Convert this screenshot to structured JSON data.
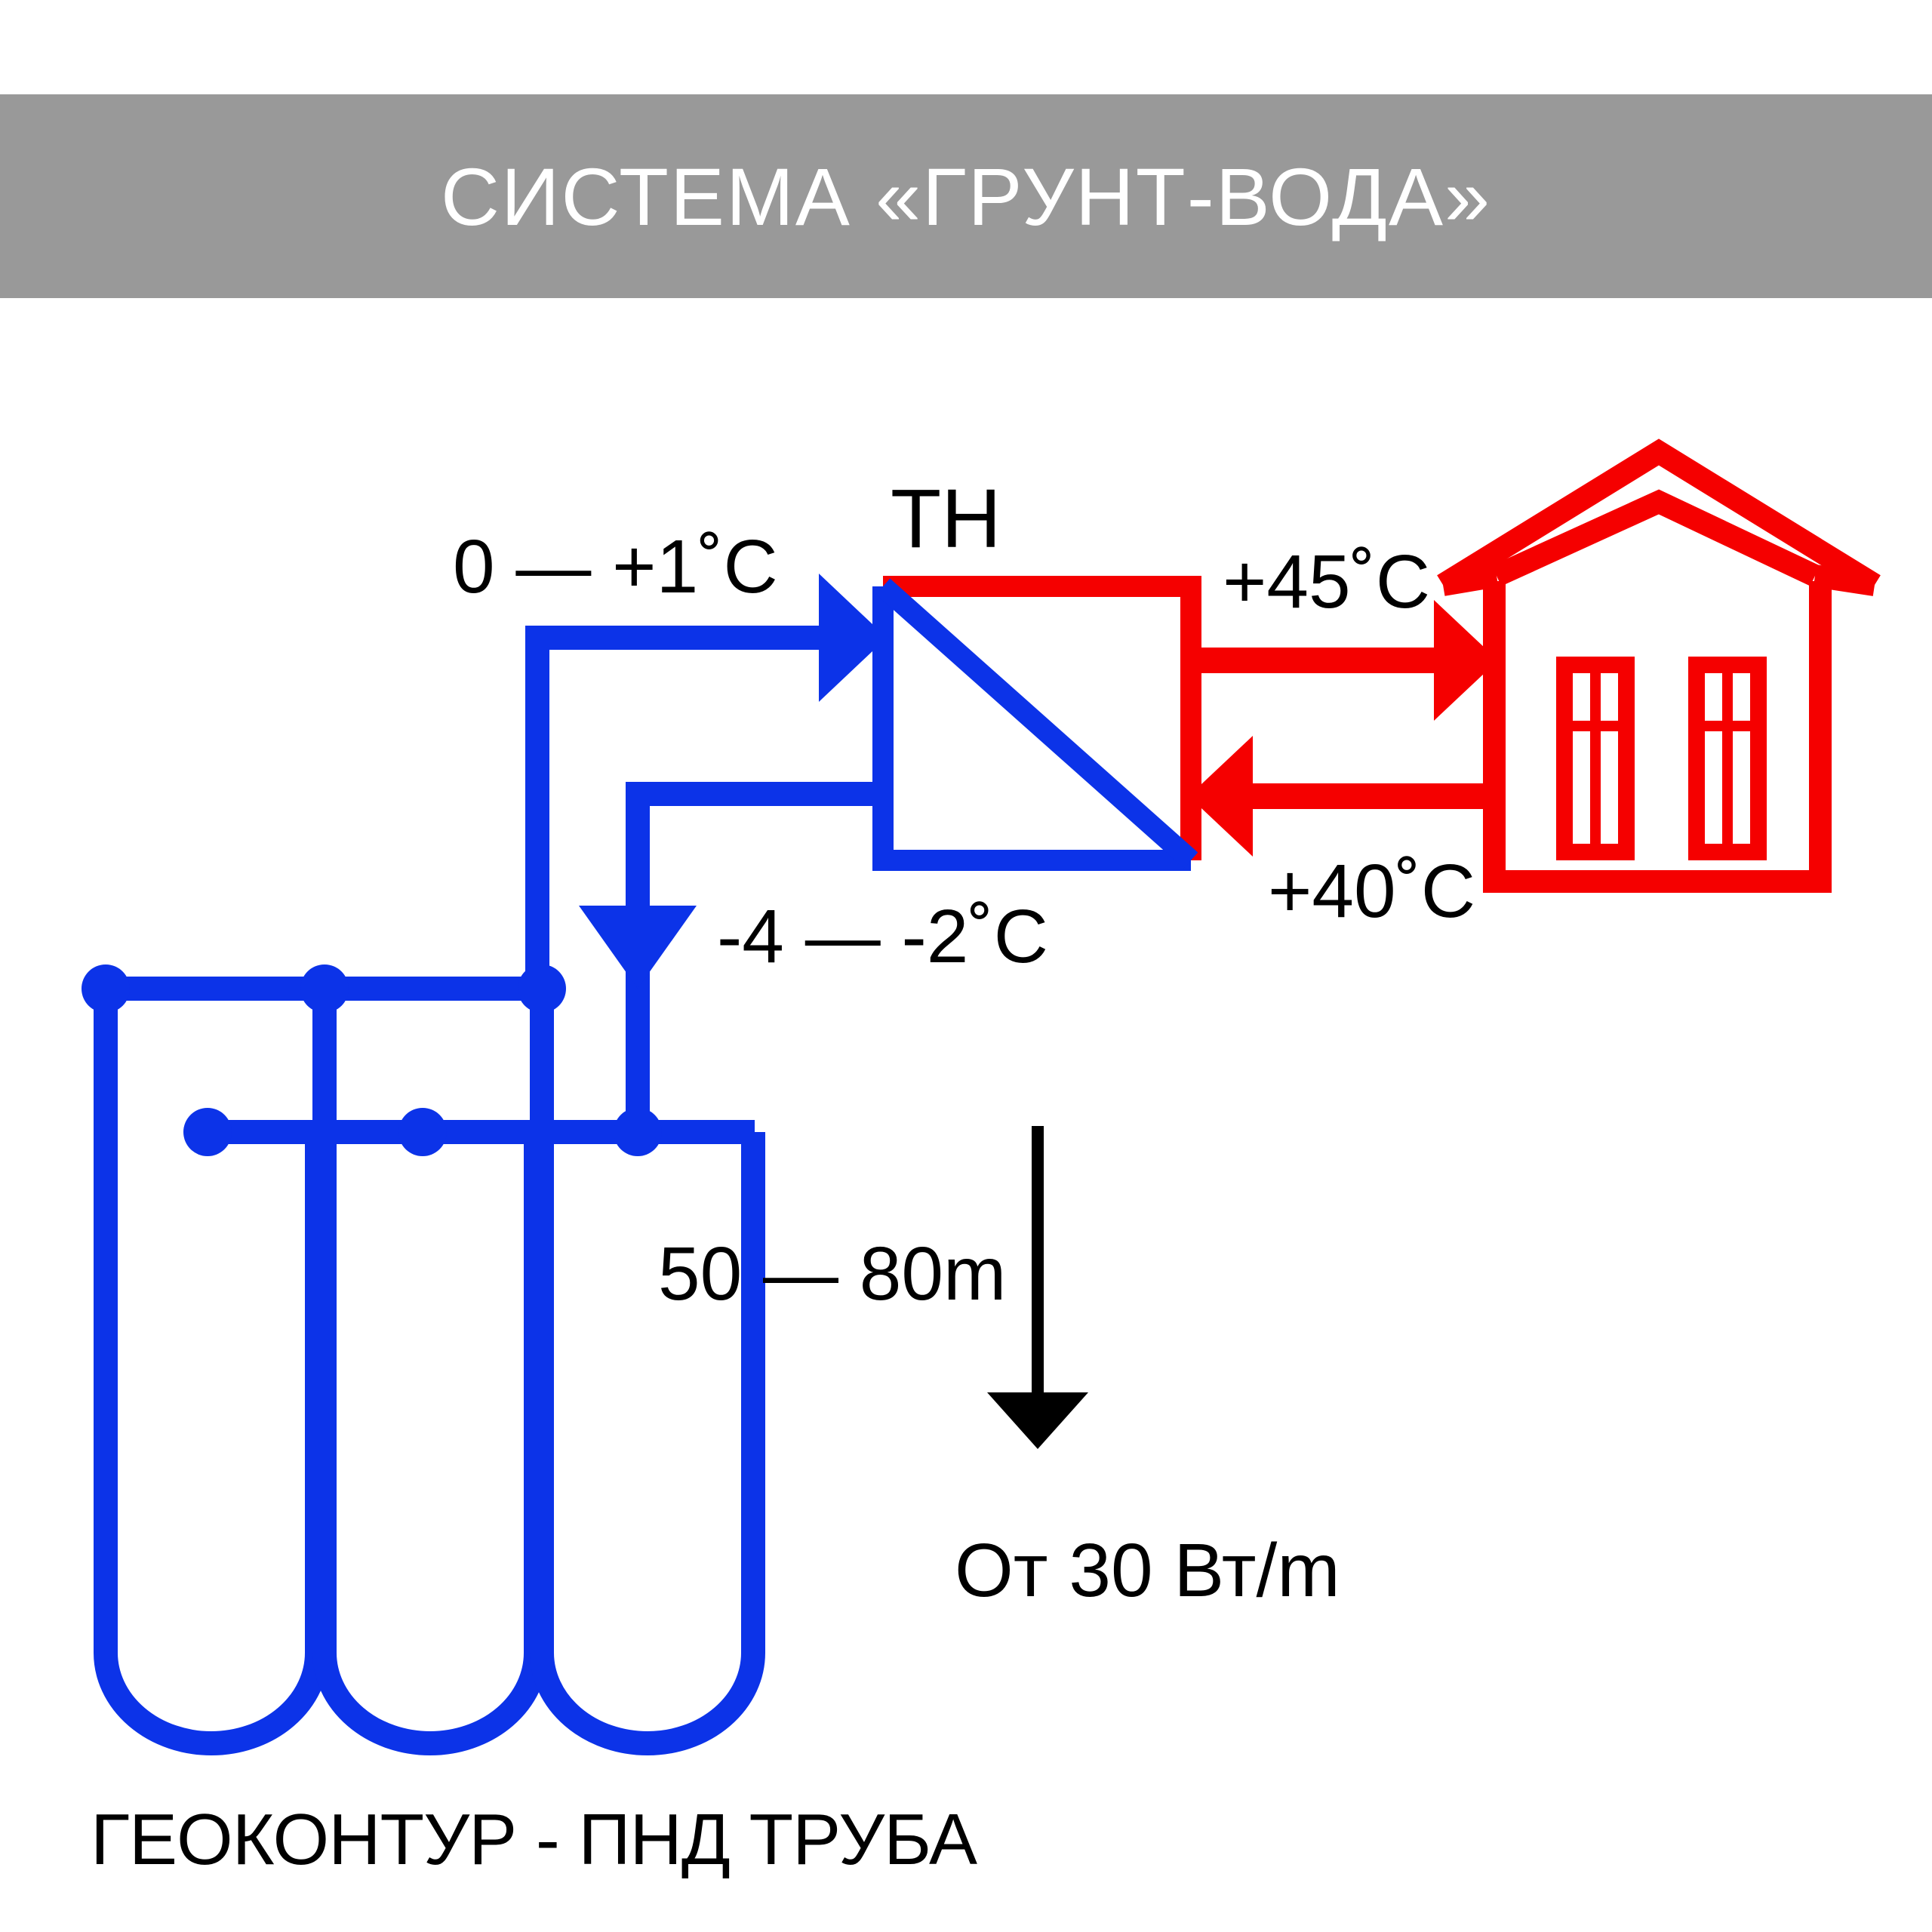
{
  "header": {
    "title": "СИСТЕМА «ГРУНТ-ВОДА»",
    "band_color": "#999999",
    "text_color": "#ffffff"
  },
  "colors": {
    "cold_loop": "#0c33e8",
    "hot_loop": "#f50000",
    "text": "#000000",
    "background": "#ffffff"
  },
  "diagram": {
    "heat_pump": {
      "label": "ТН",
      "cold_side_color": "#0c33e8",
      "hot_side_color": "#f50000"
    },
    "house": {
      "name": "house-icon",
      "color": "#f50000",
      "windows": 2
    },
    "labels": {
      "ground_supply_temp": "0 — +1˚C",
      "ground_return_temp": "-4 — -2˚C",
      "house_supply_temp": "+45˚C",
      "house_return_temp": "+40˚C",
      "borehole_depth": "50 — 80m",
      "specific_heat_output": "От 30 Вт/m",
      "ground_loop_caption": "ГЕОКОНТУР - ПНД ТРУБА"
    },
    "depth_arrow": {
      "name": "depth-arrow",
      "color": "#000000",
      "direction": "down"
    },
    "ground_loop": {
      "boreholes": 3,
      "junction_dots_upper": 3,
      "junction_dots_lower": 3
    }
  }
}
